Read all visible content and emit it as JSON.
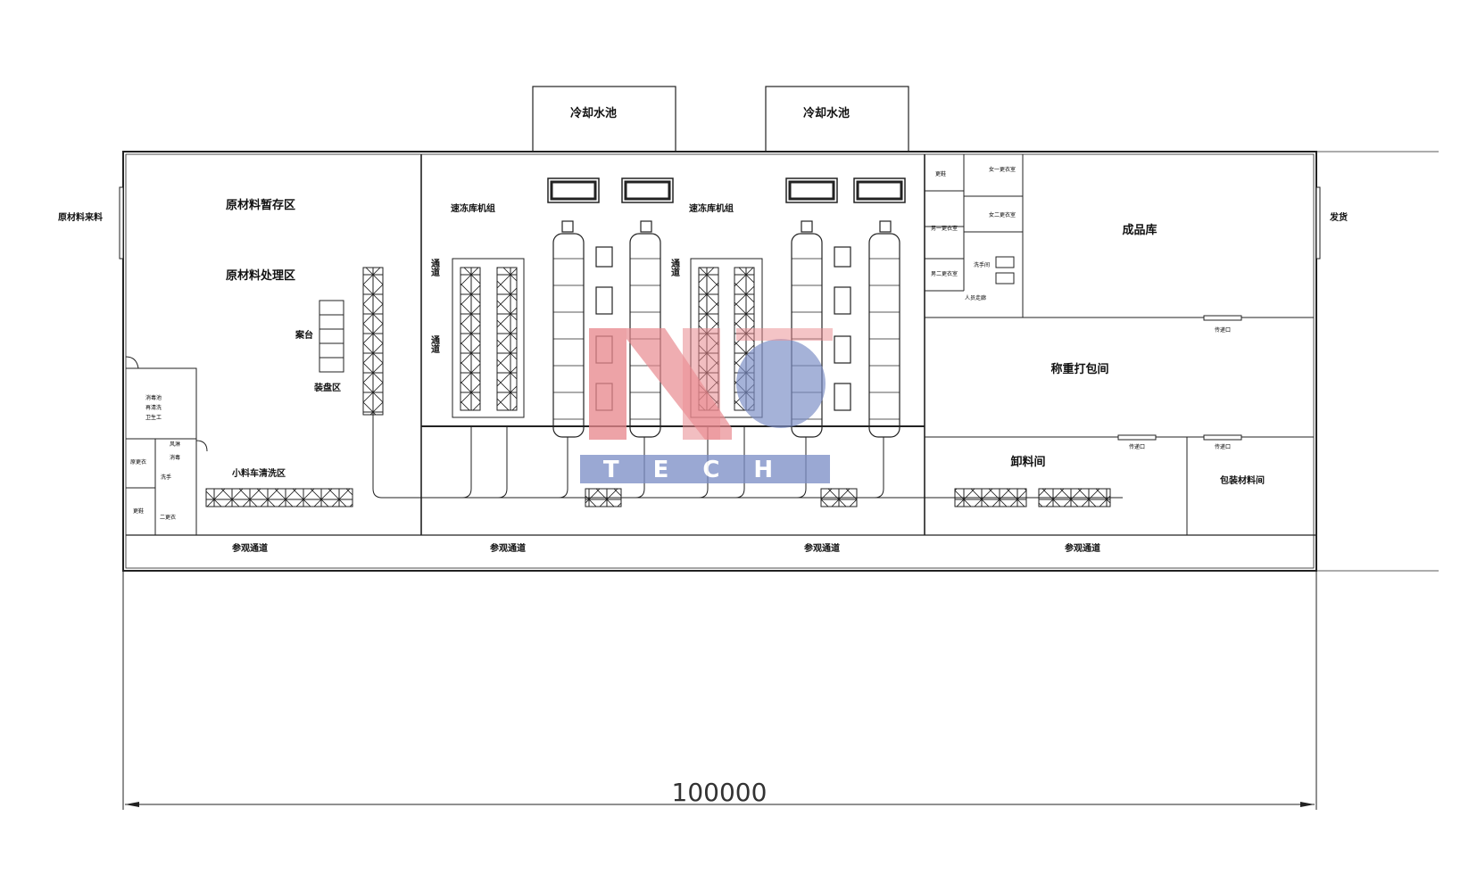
{
  "labels": {
    "cooling_pool_1": "冷却水池",
    "cooling_pool_2": "冷却水池",
    "raw_material_inbound": "原材料来料",
    "shipping": "发货",
    "raw_material_storage": "原材料暂存区",
    "raw_material_processing": "原材料处理区",
    "table": "案台",
    "tray_loading": "装盘区",
    "cart_washing": "小料车清洗区",
    "freezer_unit_1": "速冻库机组",
    "freezer_unit_2": "速冻库机组",
    "aisle_1": "通道",
    "aisle_2": "通道",
    "aisle_3": "通道",
    "finished_storage": "成品库",
    "weigh_pack": "称重打包间",
    "unloading": "卸料间",
    "packaging_materials": "包装材料间",
    "changing": "更鞋",
    "female_changing_1": "女一更衣室",
    "female_changing_2": "女二更衣室",
    "male_changing_1": "男一更衣室",
    "male_changing_2": "男二更衣室",
    "hand_wash": "洗手间",
    "staff_corridor": "人员走廊",
    "pass_window_1": "传递口",
    "pass_window_2": "传递口",
    "pass_window_3": "传递口",
    "visitor_corridor_1": "参观通道",
    "visitor_corridor_2": "参观通道",
    "visitor_corridor_3": "参观通道",
    "visitor_corridor_4": "参观通道",
    "dimension": "100000"
  },
  "logo": {
    "text": "TECH",
    "red": "#e8878c",
    "blue": "#7b8dc6"
  }
}
